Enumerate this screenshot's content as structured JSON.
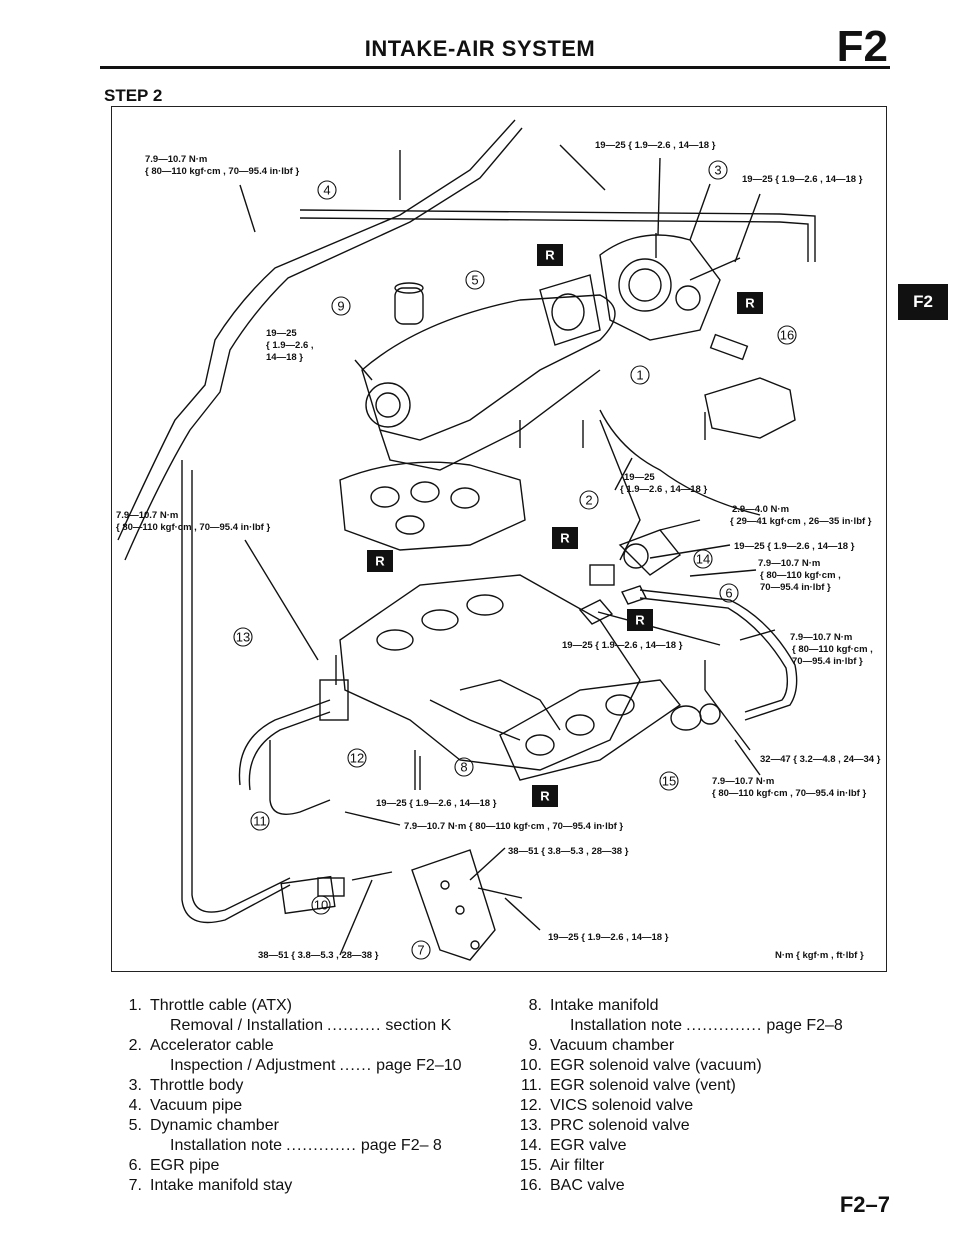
{
  "header": {
    "title": "INTAKE-AIR SYSTEM",
    "code": "F2"
  },
  "step": "STEP 2",
  "side_tab": "F2",
  "diagram": {
    "torque_labels": [
      "7.9—10.7 N·m",
      "{ 80—110 kgf·cm , 70—95.4 in·lbf }",
      "19—25 { 1.9—2.6 , 14—18 }",
      "19—25 { 1.9—2.6 , 14—18 }",
      "19—25",
      "{ 1.9—2.6 ,",
      "14—18 }",
      "19—25",
      "{ 1.9—2.6 , 14—18 }",
      "2.9—4.0 N·m",
      "{ 29—41 kgf·cm , 26—35 in·lbf }",
      "7.9—10.7 N·m",
      "{ 80—110 kgf·cm , 70—95.4 in·lbf }",
      "19—25 { 1.9—2.6 , 14—18 }",
      "7.9—10.7 N·m",
      "{ 80—110 kgf·cm ,",
      "70—95.4 in·lbf }",
      "19—25 { 1.9—2.6 , 14—18 }",
      "7.9—10.7 N·m",
      "{ 80—110 kgf·cm ,",
      "70—95.4 in·lbf }",
      "32—47 { 3.2—4.8 , 24—34 }",
      "7.9—10.7 N·m",
      "{ 80—110 kgf·cm , 70—95.4 in·lbf }",
      "19—25 { 1.9—2.6 , 14—18 }",
      "7.9—10.7 N·m { 80—110 kgf·cm , 70—95.4 in·lbf }",
      "38—51 { 3.8—5.3 , 28—38 }",
      "19—25 { 1.9—2.6 , 14—18 }",
      "38—51 { 3.8—5.3 , 28—38 }"
    ],
    "callouts": [
      "4",
      "3",
      "5",
      "9",
      "16",
      "1",
      "2",
      "14",
      "6",
      "13",
      "12",
      "8",
      "15",
      "11",
      "10",
      "7"
    ],
    "r_badge": "R",
    "units_note": "N·m { kgf·m , ft·lbf }"
  },
  "legend": {
    "left": [
      {
        "num": "1.",
        "text": "Throttle cable (ATX)"
      },
      {
        "sub": "Removal / Installation",
        "dots": "..........",
        "ref": "section K"
      },
      {
        "num": "2.",
        "text": "Accelerator cable"
      },
      {
        "sub": "Inspection / Adjustment",
        "dots": "......",
        "ref": "page F2–10"
      },
      {
        "num": "3.",
        "text": "Throttle body"
      },
      {
        "num": "4.",
        "text": "Vacuum pipe"
      },
      {
        "num": "5.",
        "text": "Dynamic chamber"
      },
      {
        "sub": "Installation note",
        "dots": ".............",
        "ref": "page F2– 8"
      },
      {
        "num": "6.",
        "text": "EGR pipe"
      },
      {
        "num": "7.",
        "text": "Intake manifold stay"
      }
    ],
    "right": [
      {
        "num": "8.",
        "text": "Intake manifold"
      },
      {
        "sub": "Installation note",
        "dots": "..............",
        "ref": "page F2–8"
      },
      {
        "num": "9.",
        "text": "Vacuum chamber"
      },
      {
        "num": "10.",
        "text": "EGR solenoid valve (vacuum)"
      },
      {
        "num": "11.",
        "text": "EGR solenoid valve (vent)"
      },
      {
        "num": "12.",
        "text": "VICS solenoid valve"
      },
      {
        "num": "13.",
        "text": "PRC solenoid valve"
      },
      {
        "num": "14.",
        "text": "EGR valve"
      },
      {
        "num": "15.",
        "text": "Air filter"
      },
      {
        "num": "16.",
        "text": "BAC valve"
      }
    ]
  },
  "footer": {
    "page": "F2–7"
  }
}
